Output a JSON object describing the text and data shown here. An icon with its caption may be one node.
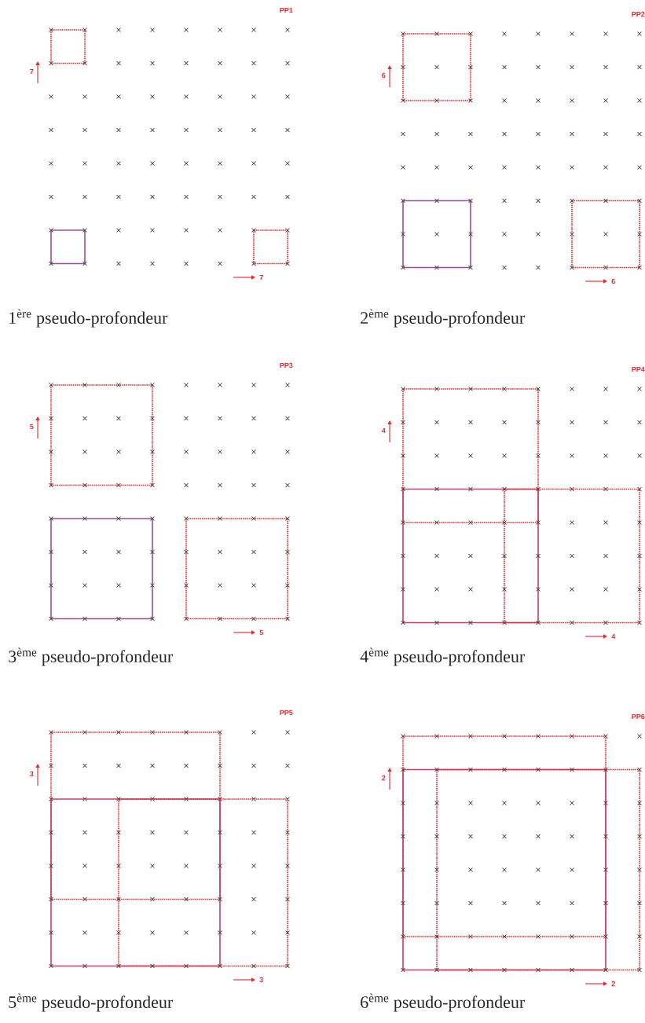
{
  "diagram": {
    "labels": [
      "PP1",
      "7",
      "7",
      "1$^{ère}$ pseudo-profondeur",
      "PP2",
      "6",
      "6",
      "2$^{ème}$ pseudo-profondeur",
      "PP3",
      "5",
      "5",
      "3$^{ème}$ pseudo-profondeur",
      "PP4",
      "4",
      "4",
      "4$^{ème}$ pseudo-profondeur",
      "PP5",
      "3",
      "3",
      "5$^{ème}$ pseudo-profondeur",
      "PP6",
      "2",
      "2",
      "6$^{ème}$ pseudo-profondeur"
    ]
  }
}
